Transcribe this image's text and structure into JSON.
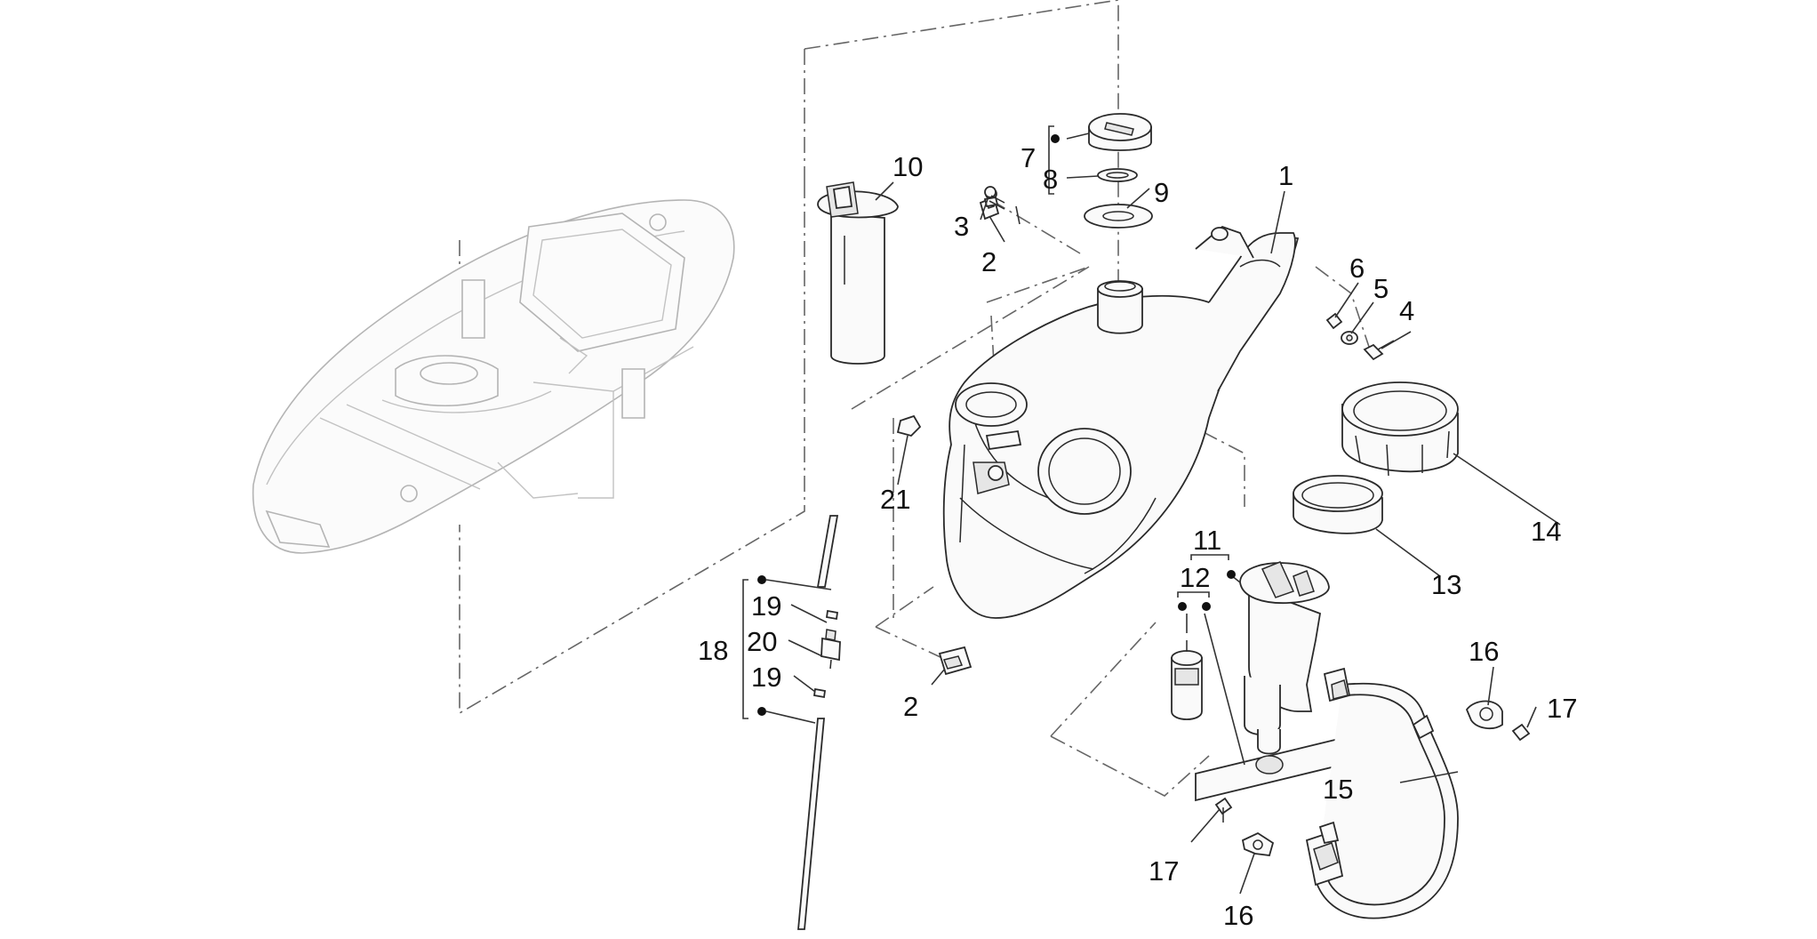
{
  "callouts": {
    "c1": "1",
    "c2a": "2",
    "c2b": "2",
    "c3": "3",
    "c4": "4",
    "c5": "5",
    "c6": "6",
    "c7": "7",
    "c8": "8",
    "c9": "9",
    "c10": "10",
    "c11": "11",
    "c12": "12",
    "c13": "13",
    "c14": "14",
    "c15": "15",
    "c16a": "16",
    "c16b": "16",
    "c17a": "17",
    "c17b": "17",
    "c18": "18",
    "c19a": "19",
    "c19b": "19",
    "c20": "20",
    "c21": "21"
  }
}
